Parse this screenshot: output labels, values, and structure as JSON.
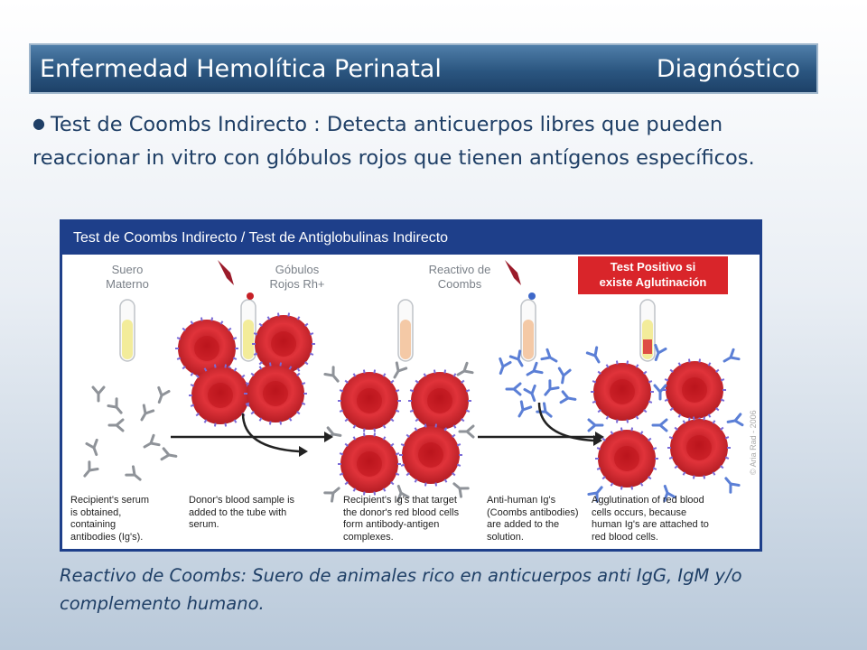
{
  "slide": {
    "title_left": "Enfermedad Hemolítica Perinatal",
    "title_right": "Diagnóstico",
    "bullet": "Test de Coombs Indirecto : Detecta anticuerpos libres que pueden reaccionar in vitro con glóbulos rojos que tienen antígenos específicos.",
    "footnote": "Reactivo de Coombs: Suero de animales rico en anticuerpos anti IgG, IgM y/o complemento humano."
  },
  "figure": {
    "header": "Test de Coombs Indirecto / Test de Antiglobulinas Indirecto",
    "labels": {
      "suero": "Suero\nMaterno",
      "globulos": "Góbulos\nRojos Rh+",
      "reactivo": "Reactivo de\nCoombs",
      "positivo": "Test Positivo si\nexiste Aglutinación"
    },
    "captions": [
      "Recipient's serum\nis obtained,\ncontaining\nantibodies (Ig's).",
      "Donor's blood sample is\nadded to the tube with\nserum.",
      "Recipient's Ig's that target\nthe donor's red blood cells\nform antibody-antigen\ncomplexes.",
      "Anti-human Ig's\n(Coombs antibodies)\nare added to the\nsolution.",
      "Agglutination of red blood\ncells occurs, because\nhuman Ig's are attached to\nred blood cells."
    ],
    "copyright": "© Aria Rad - 2006",
    "colors": {
      "header_bg": "#1e3f8a",
      "rbc": "#d8262e",
      "antibody": "#8f9399",
      "coombs_antibody": "#5b7fd6",
      "positive_box": "#d9252a"
    }
  }
}
